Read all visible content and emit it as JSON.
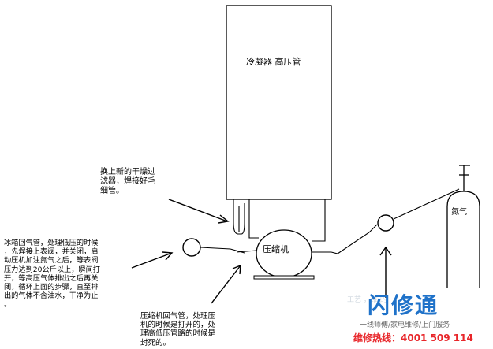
{
  "labels": {
    "condenser": "冷凝器 高压管",
    "compressor": "压缩机",
    "nitrogen": "氮气",
    "drier": "换上新的干燥过\n滤器，焊接好毛\n细管。",
    "fridge_return": "冰箱回气管，处理低压的时候\n，先焊接上表阀，并关闭，启\n动压机加注氮气之后，等表阀\n压力达到20公斤以上，瞬间打\n开，等高压气体排出之后再关\n闭，循环上面的步骤，直至排\n出的气体不含油水，干净为止\n。",
    "comp_return": "压缩机回气管，处理压\n机的时候是打开的，处\n理高低压管路的时候是\n封死的。"
  },
  "watermark": {
    "brand": "闪修通",
    "tagline": "一线师傅/家电维修/上门服务",
    "hotline": "维修热线：4001 509 114",
    "ghost": "工艺\n，维\n的"
  },
  "colors": {
    "line": "#000000",
    "brand_blue": "#1f72c9",
    "hotline_red": "#e8262a"
  }
}
